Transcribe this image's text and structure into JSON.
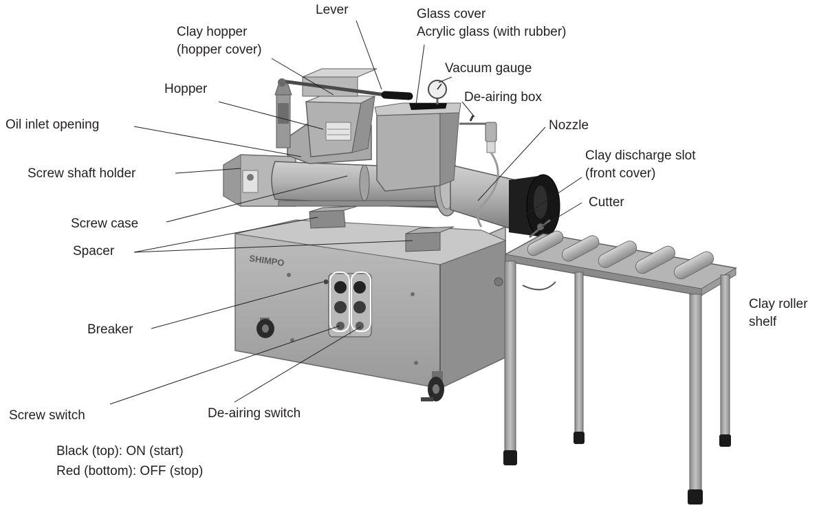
{
  "labels": {
    "clay_hopper": [
      "Clay hopper",
      "(hopper cover)"
    ],
    "lever": "Lever",
    "glass_cover": [
      "Glass cover",
      "Acrylic glass (with rubber)"
    ],
    "vacuum_gauge": "Vacuum gauge",
    "hopper": "Hopper",
    "deairing_box": "De-airing box",
    "oil_inlet": "Oil inlet opening",
    "nozzle": "Nozzle",
    "screw_shaft_holder": "Screw shaft holder",
    "clay_discharge_slot": [
      "Clay discharge slot",
      "(front cover)"
    ],
    "cutter": "Cutter",
    "screw_case": "Screw case",
    "spacer": "Spacer",
    "breaker": "Breaker",
    "clay_roller_shelf": [
      "Clay roller",
      "shelf"
    ],
    "screw_switch": "Screw switch",
    "deairing_switch": "De-airing switch"
  },
  "switch_legend": [
    "Black (top): ON (start)",
    "Red (bottom): OFF (stop)"
  ],
  "machine_text": {
    "brand": "SHIMPO"
  },
  "colors": {
    "label_text": "#231f20",
    "leader_line": "#231f20",
    "metal_body": "#a7a7a7",
    "metal_dark": "#5e5e5e",
    "rubber": "#1e1e1e"
  }
}
